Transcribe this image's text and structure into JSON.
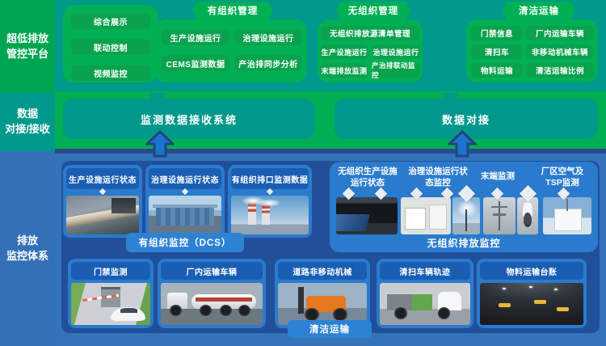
{
  "sidebar": {
    "platform": "超低排放\n管控平台",
    "data_link": "数据\n对接/接收",
    "monitor": "排放\n监控体系"
  },
  "top": {
    "col1": [
      "综合展示",
      "联动控制",
      "视频监控"
    ],
    "groups": [
      {
        "title": "有组织管理",
        "items": [
          "生产设施运行",
          "治理设施运行",
          "CEMS监测数据",
          "产治排同步分析"
        ]
      },
      {
        "title": "无组织管理",
        "wide": "无组织排放源清单管理",
        "items": [
          "生产设施运行",
          "治理设施运行",
          "末端排放监测",
          "产治排联动监控"
        ]
      },
      {
        "title": "清洁运输",
        "items": [
          "门禁信息",
          "厂内运输车辆",
          "清扫车",
          "非移动机械车辆",
          "物料运输",
          "清洁运输比例"
        ]
      }
    ]
  },
  "middle": {
    "receiver": "监测数据接收系统",
    "datalink": "数据对接"
  },
  "bottom": {
    "organized": {
      "labels": [
        "生产设施运行状态",
        "治理设施运行状态",
        "有组织排口监测数据"
      ],
      "banner": "有组织监控（DCS）"
    },
    "unorganized": {
      "labels": [
        "无组织生产设施\n运行状态",
        "治理设施运行状\n态监控",
        "末端监测",
        "厂区空气及\nTSP监测"
      ],
      "banner": "无组织排放监控"
    },
    "transport": {
      "labels": [
        "门禁监测",
        "厂内运输车辆",
        "道路非移动机械",
        "清扫车辆轨迹",
        "物料运输台账"
      ],
      "banner": "清洁运输"
    }
  },
  "colors": {
    "teal": "#00998b",
    "green": "#01b054",
    "green_dark": "#0ba24e",
    "sidebar_green": "#00a551",
    "blue_outer": "#3273ba",
    "blue_inner": "#224f9a",
    "panel_blue": "#2a7bce",
    "label_blue": "#1a5eb4",
    "banner_blue": "#2e82d4",
    "arrow_blue": "#1b74cf",
    "navy": "#2a4a8f"
  }
}
